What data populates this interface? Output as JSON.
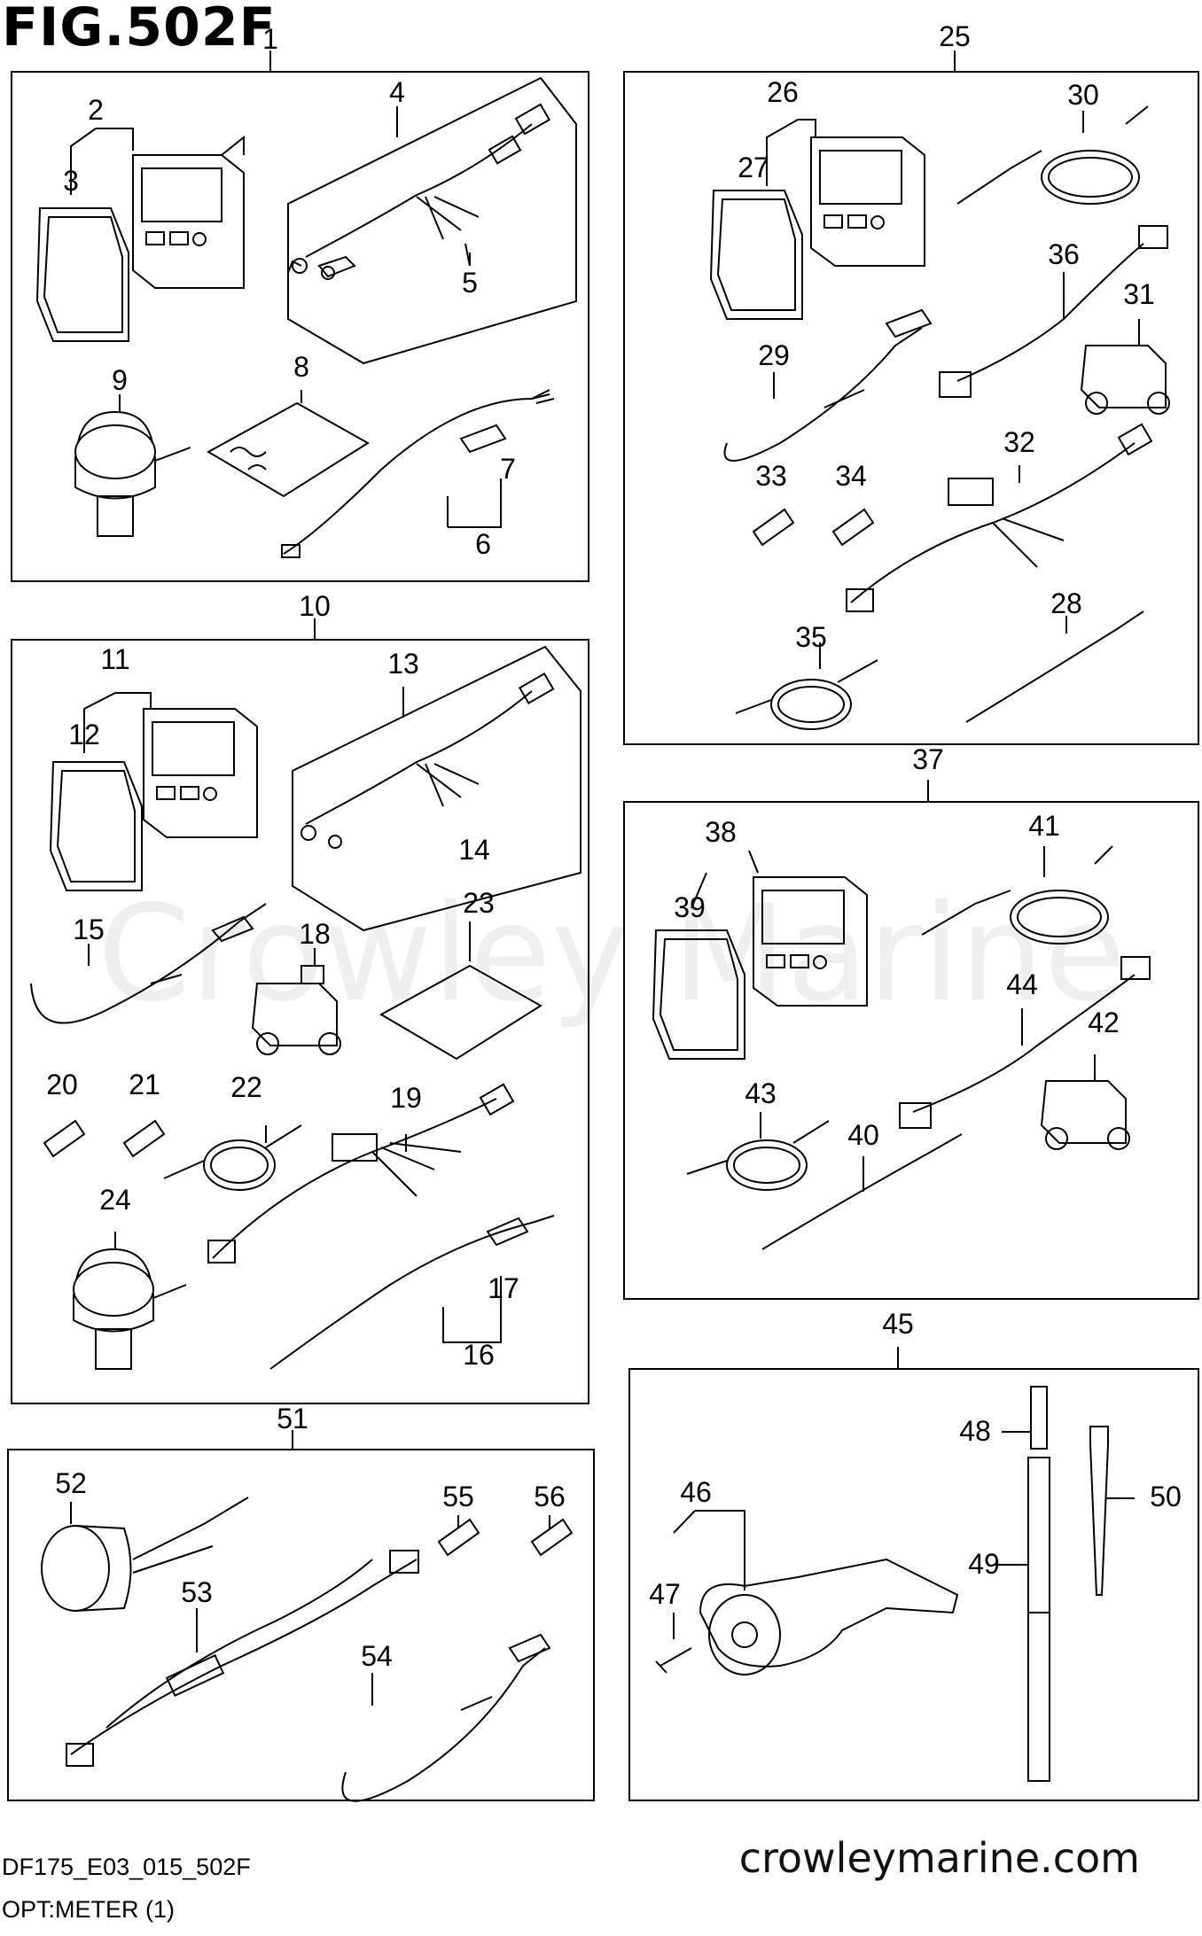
{
  "figure": {
    "title": "FIG.502F",
    "code": "DF175_E03_015_502F",
    "caption": "OPT:METER (1)",
    "website": "crowleymarine.com",
    "watermark": "Crowley Marine"
  },
  "groups": [
    {
      "label": "1",
      "parts": [
        "2",
        "3",
        "4",
        "5",
        "6",
        "7",
        "8",
        "9"
      ]
    },
    {
      "label": "10",
      "parts": [
        "11",
        "12",
        "13",
        "14",
        "15",
        "16",
        "17",
        "18",
        "19",
        "20",
        "21",
        "22",
        "23",
        "24"
      ]
    },
    {
      "label": "25",
      "parts": [
        "26",
        "27",
        "28",
        "29",
        "30",
        "31",
        "32",
        "33",
        "34",
        "35",
        "36"
      ]
    },
    {
      "label": "37",
      "parts": [
        "38",
        "39",
        "40",
        "41",
        "42",
        "43",
        "44"
      ]
    },
    {
      "label": "45",
      "parts": [
        "46",
        "47",
        "48",
        "49",
        "50"
      ]
    },
    {
      "label": "51",
      "parts": [
        "52",
        "53",
        "54",
        "55",
        "56"
      ]
    }
  ],
  "callouts": [
    "1",
    "2",
    "3",
    "4",
    "5",
    "6",
    "7",
    "8",
    "9",
    "10",
    "11",
    "12",
    "13",
    "14",
    "15",
    "16",
    "17",
    "18",
    "19",
    "20",
    "21",
    "22",
    "23",
    "24",
    "25",
    "26",
    "27",
    "28",
    "29",
    "30",
    "31",
    "32",
    "33",
    "34",
    "35",
    "36",
    "37",
    "38",
    "39",
    "40",
    "41",
    "42",
    "43",
    "44",
    "45",
    "46",
    "47",
    "48",
    "49",
    "50",
    "51",
    "52",
    "53",
    "54",
    "55",
    "56"
  ]
}
